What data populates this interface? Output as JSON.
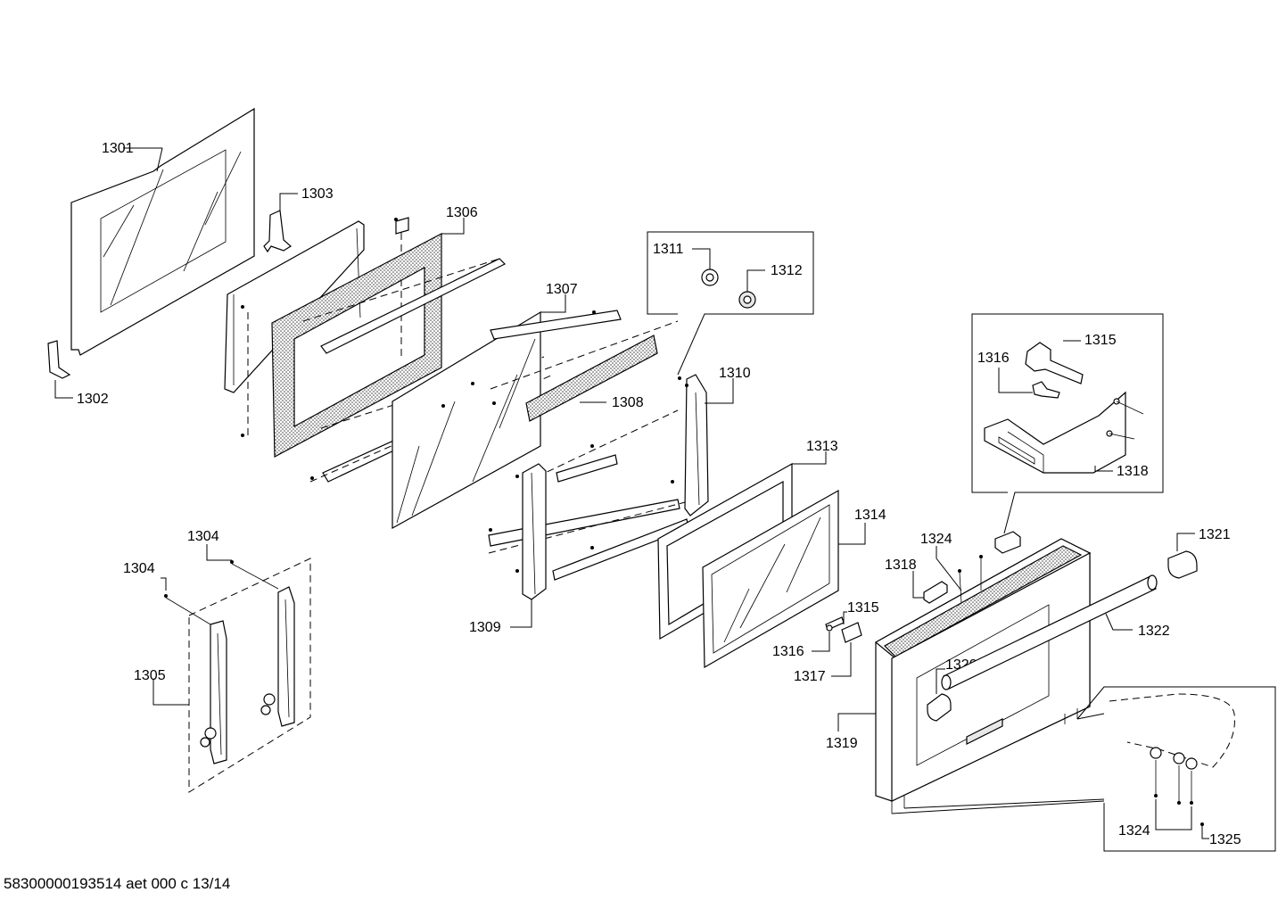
{
  "diagram": {
    "footer_text": "58300000193514 aet 000 c 13/14",
    "labels": {
      "l1301": "1301",
      "l1302": "1302",
      "l1303": "1303",
      "l1304a": "1304",
      "l1304b": "1304",
      "l1305": "1305",
      "l1306": "1306",
      "l1307": "1307",
      "l1308": "1308",
      "l1309": "1309",
      "l1310": "1310",
      "l1311": "1311",
      "l1312": "1312",
      "l1313": "1313",
      "l1314": "1314",
      "l1315a": "1315",
      "l1315b": "1315",
      "l1316a": "1316",
      "l1316b": "1316",
      "l1317": "1317",
      "l1318a": "1318",
      "l1318b": "1318",
      "l1319": "1319",
      "l1320": "1320",
      "l1321": "1321",
      "l1322": "1322",
      "l1324a": "1324",
      "l1324b": "1324",
      "l1325": "1325"
    }
  }
}
